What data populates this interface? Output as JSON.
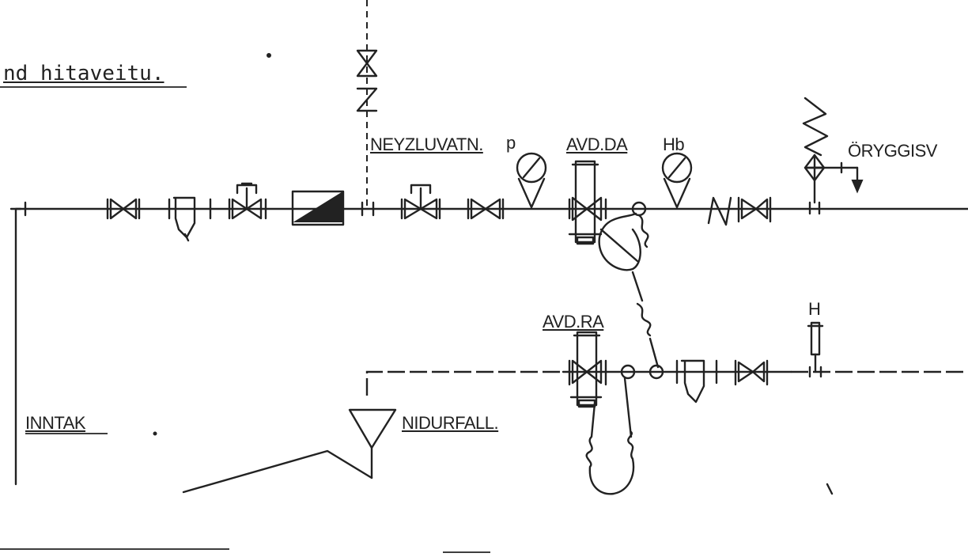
{
  "title": "nd hitaveitu.",
  "labels": {
    "inntak": "INNTAK",
    "neyzluvatn": "NEYZLUVATN.",
    "p": "p",
    "avd_da": "AVD.DA",
    "hb": "Hb",
    "oryggisv": "ÖRYGGISV",
    "avd_ra": "AVD.RA",
    "h": "H",
    "nidurfall": "NIDURFALL."
  },
  "colors": {
    "ink": "#222222",
    "paper": "#ffffff"
  },
  "icons": [
    "gate-valve-icon",
    "strainer-icon",
    "control-valve-icon",
    "flow-meter-icon",
    "pressure-gauge-icon",
    "check-valve-icon",
    "safety-valve-icon",
    "pressure-regulator-icon",
    "expansion-coil-icon",
    "thermometer-icon",
    "drain-funnel-icon"
  ]
}
